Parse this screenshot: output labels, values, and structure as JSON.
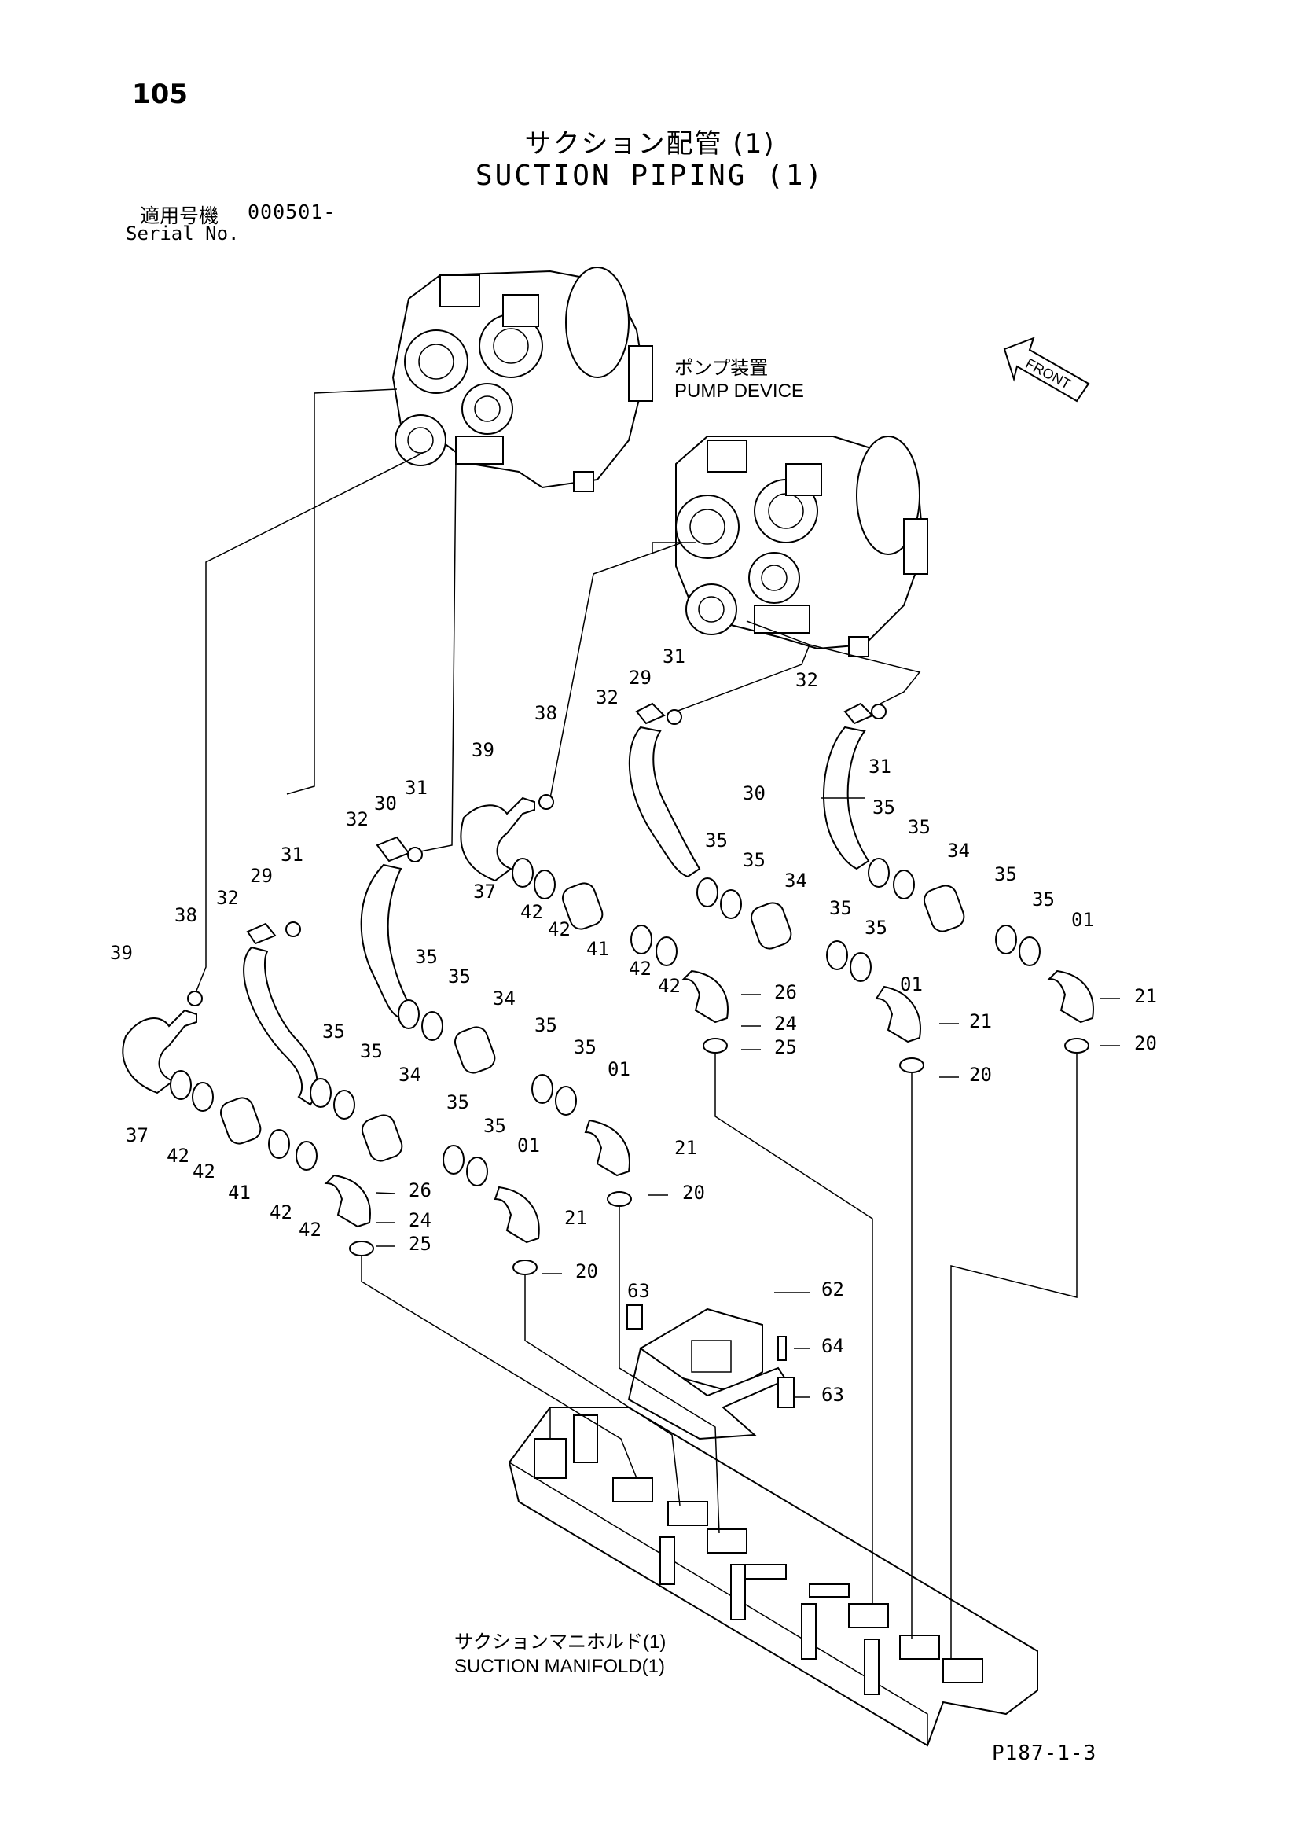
{
  "header": {
    "page_number": "105",
    "title_ja": "サクション配管 (1)",
    "title_en": "SUCTION PIPING (1)",
    "serial_label_ja": "適用号機",
    "serial_number": "000501-",
    "serial_label_en": "Serial No."
  },
  "captions": {
    "pump_device_ja": "ポンプ装置",
    "pump_device_en": "PUMP DEVICE",
    "front": "FRONT",
    "manifold_ja": "サクションマニホルド(1)",
    "manifold_en": "SUCTION MANIFOLD(1)"
  },
  "footer": {
    "code": "P187-1-3"
  },
  "callouts": [
    {
      "id": "c01",
      "text": "38"
    },
    {
      "id": "c02",
      "text": "39"
    },
    {
      "id": "c03",
      "text": "32"
    },
    {
      "id": "c04",
      "text": "29"
    },
    {
      "id": "c05",
      "text": "31"
    },
    {
      "id": "c06",
      "text": "37"
    },
    {
      "id": "c07",
      "text": "42"
    },
    {
      "id": "c08",
      "text": "42"
    },
    {
      "id": "c09",
      "text": "41"
    },
    {
      "id": "c10",
      "text": "42"
    },
    {
      "id": "c11",
      "text": "42"
    },
    {
      "id": "c12",
      "text": "26"
    },
    {
      "id": "c13",
      "text": "24"
    },
    {
      "id": "c14",
      "text": "25"
    },
    {
      "id": "c15",
      "text": "32"
    },
    {
      "id": "c16",
      "text": "30"
    },
    {
      "id": "c17",
      "text": "31"
    },
    {
      "id": "c18",
      "text": "35"
    },
    {
      "id": "c19",
      "text": "35"
    },
    {
      "id": "c20",
      "text": "34"
    },
    {
      "id": "c21",
      "text": "35"
    },
    {
      "id": "c22",
      "text": "35"
    },
    {
      "id": "c23",
      "text": "34"
    },
    {
      "id": "c24",
      "text": "35"
    },
    {
      "id": "c25",
      "text": "35"
    },
    {
      "id": "c26",
      "text": "01"
    },
    {
      "id": "c27",
      "text": "21"
    },
    {
      "id": "c28",
      "text": "20"
    },
    {
      "id": "c29",
      "text": "35"
    },
    {
      "id": "c30",
      "text": "35"
    },
    {
      "id": "c31",
      "text": "01"
    },
    {
      "id": "c32",
      "text": "21"
    },
    {
      "id": "c33",
      "text": "20"
    },
    {
      "id": "c34",
      "text": "39"
    },
    {
      "id": "c35",
      "text": "38"
    },
    {
      "id": "c36",
      "text": "37"
    },
    {
      "id": "c37",
      "text": "42"
    },
    {
      "id": "c38",
      "text": "42"
    },
    {
      "id": "c39",
      "text": "41"
    },
    {
      "id": "c40",
      "text": "42"
    },
    {
      "id": "c41",
      "text": "42"
    },
    {
      "id": "c42",
      "text": "26"
    },
    {
      "id": "c43",
      "text": "24"
    },
    {
      "id": "c44",
      "text": "25"
    },
    {
      "id": "c45",
      "text": "32"
    },
    {
      "id": "c46",
      "text": "29"
    },
    {
      "id": "c47",
      "text": "31"
    },
    {
      "id": "c48",
      "text": "35"
    },
    {
      "id": "c49",
      "text": "35"
    },
    {
      "id": "c50",
      "text": "34"
    },
    {
      "id": "c51",
      "text": "35"
    },
    {
      "id": "c52",
      "text": "35"
    },
    {
      "id": "c53",
      "text": "01"
    },
    {
      "id": "c54",
      "text": "21"
    },
    {
      "id": "c55",
      "text": "20"
    },
    {
      "id": "c56",
      "text": "32"
    },
    {
      "id": "c57",
      "text": "31"
    },
    {
      "id": "c58",
      "text": "30"
    },
    {
      "id": "c59",
      "text": "35"
    },
    {
      "id": "c60",
      "text": "35"
    },
    {
      "id": "c61",
      "text": "34"
    },
    {
      "id": "c62",
      "text": "35"
    },
    {
      "id": "c63",
      "text": "35"
    },
    {
      "id": "c64",
      "text": "01"
    },
    {
      "id": "c65",
      "text": "21"
    },
    {
      "id": "c66",
      "text": "20"
    },
    {
      "id": "c67",
      "text": "63"
    },
    {
      "id": "c68",
      "text": "62"
    },
    {
      "id": "c69",
      "text": "64"
    },
    {
      "id": "c70",
      "text": "63"
    }
  ]
}
